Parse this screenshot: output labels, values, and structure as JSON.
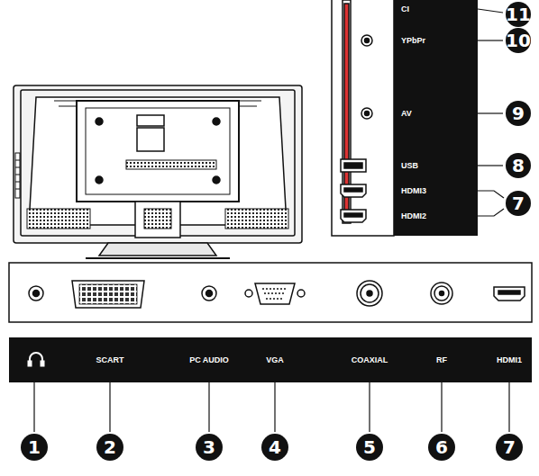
{
  "diagram": {
    "labels": [
      "CI",
      "YPbPr",
      "AV",
      "USB",
      "HDMI3",
      "HDMI2",
      "11",
      "10",
      "9",
      "8",
      "7",
      "SCART",
      "PC AUDIO",
      "VGA",
      "COAXIAL",
      "RF",
      "HDMI1",
      "1",
      "2",
      "3",
      "4",
      "5",
      "6",
      "7"
    ]
  }
}
